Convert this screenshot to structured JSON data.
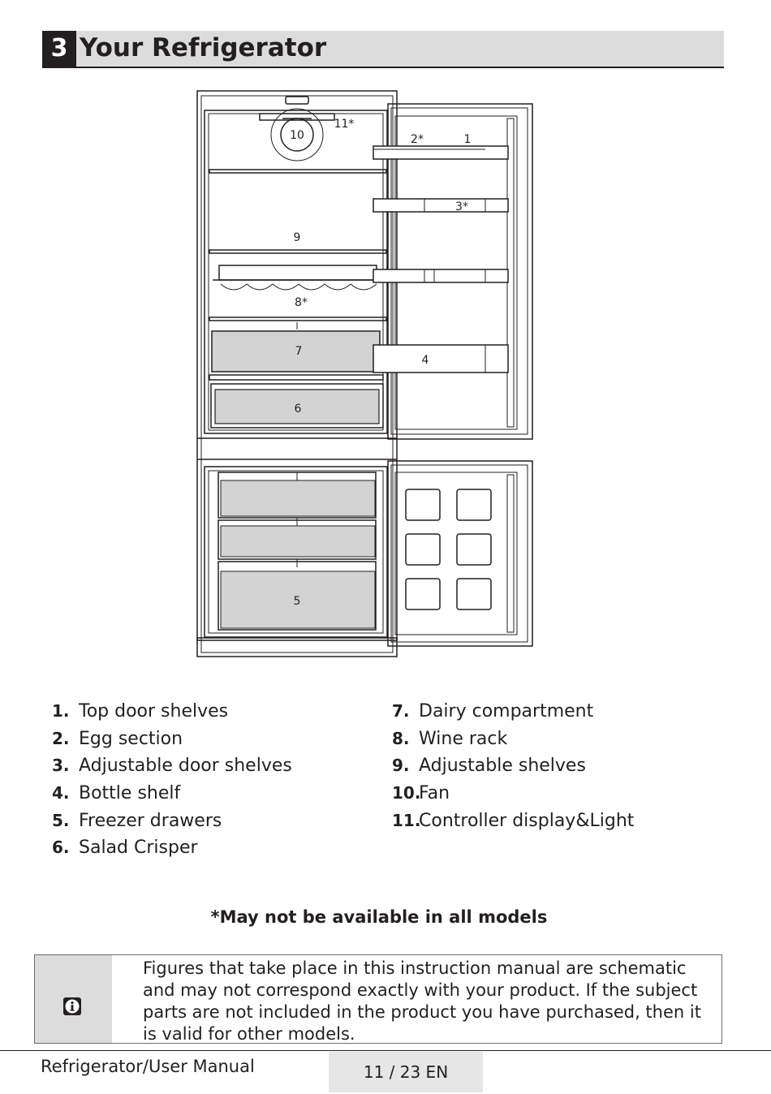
{
  "section": {
    "number": "3",
    "title": "Your Refrigerator"
  },
  "diagram": {
    "labels": {
      "l1": "1",
      "l2": "2*",
      "l3": "3*",
      "l4": "4",
      "l5": "5",
      "l6": "6",
      "l7": "7",
      "l8": "8*",
      "l9": "9",
      "l10": "10",
      "l11": "11*"
    }
  },
  "legend": {
    "left": [
      {
        "num": "1.",
        "text": "Top door shelves"
      },
      {
        "num": "2.",
        "text": "Egg section"
      },
      {
        "num": "3.",
        "text": "Adjustable door shelves"
      },
      {
        "num": "4.",
        "text": "Bottle shelf"
      },
      {
        "num": "5.",
        "text": "Freezer drawers"
      },
      {
        "num": "6.",
        "text": "Salad Crisper"
      }
    ],
    "right": [
      {
        "num": "7.",
        "text": "Dairy compartment"
      },
      {
        "num": "8.",
        "text": "Wine rack"
      },
      {
        "num": "9.",
        "text": "Adjustable  shelves"
      },
      {
        "num": "10.",
        "text": "Fan"
      },
      {
        "num": "11.",
        "text": "Controller display&Light"
      }
    ]
  },
  "availability_note": "*May not be available in all models",
  "info_note": "Figures that take place in this instruction manual are schematic and may not correspond exactly with your product. If the subject parts are not included in the product you have purchased, then it is valid for other models.",
  "footer": {
    "manual": "Refrigerator/User Manual",
    "page": "11 / 23 EN"
  },
  "colors": {
    "header_bg": "#dcdcdc",
    "ink": "#231f20",
    "drawer_fill": "#d3d3d3"
  },
  "icons": {
    "info": "info-icon"
  }
}
